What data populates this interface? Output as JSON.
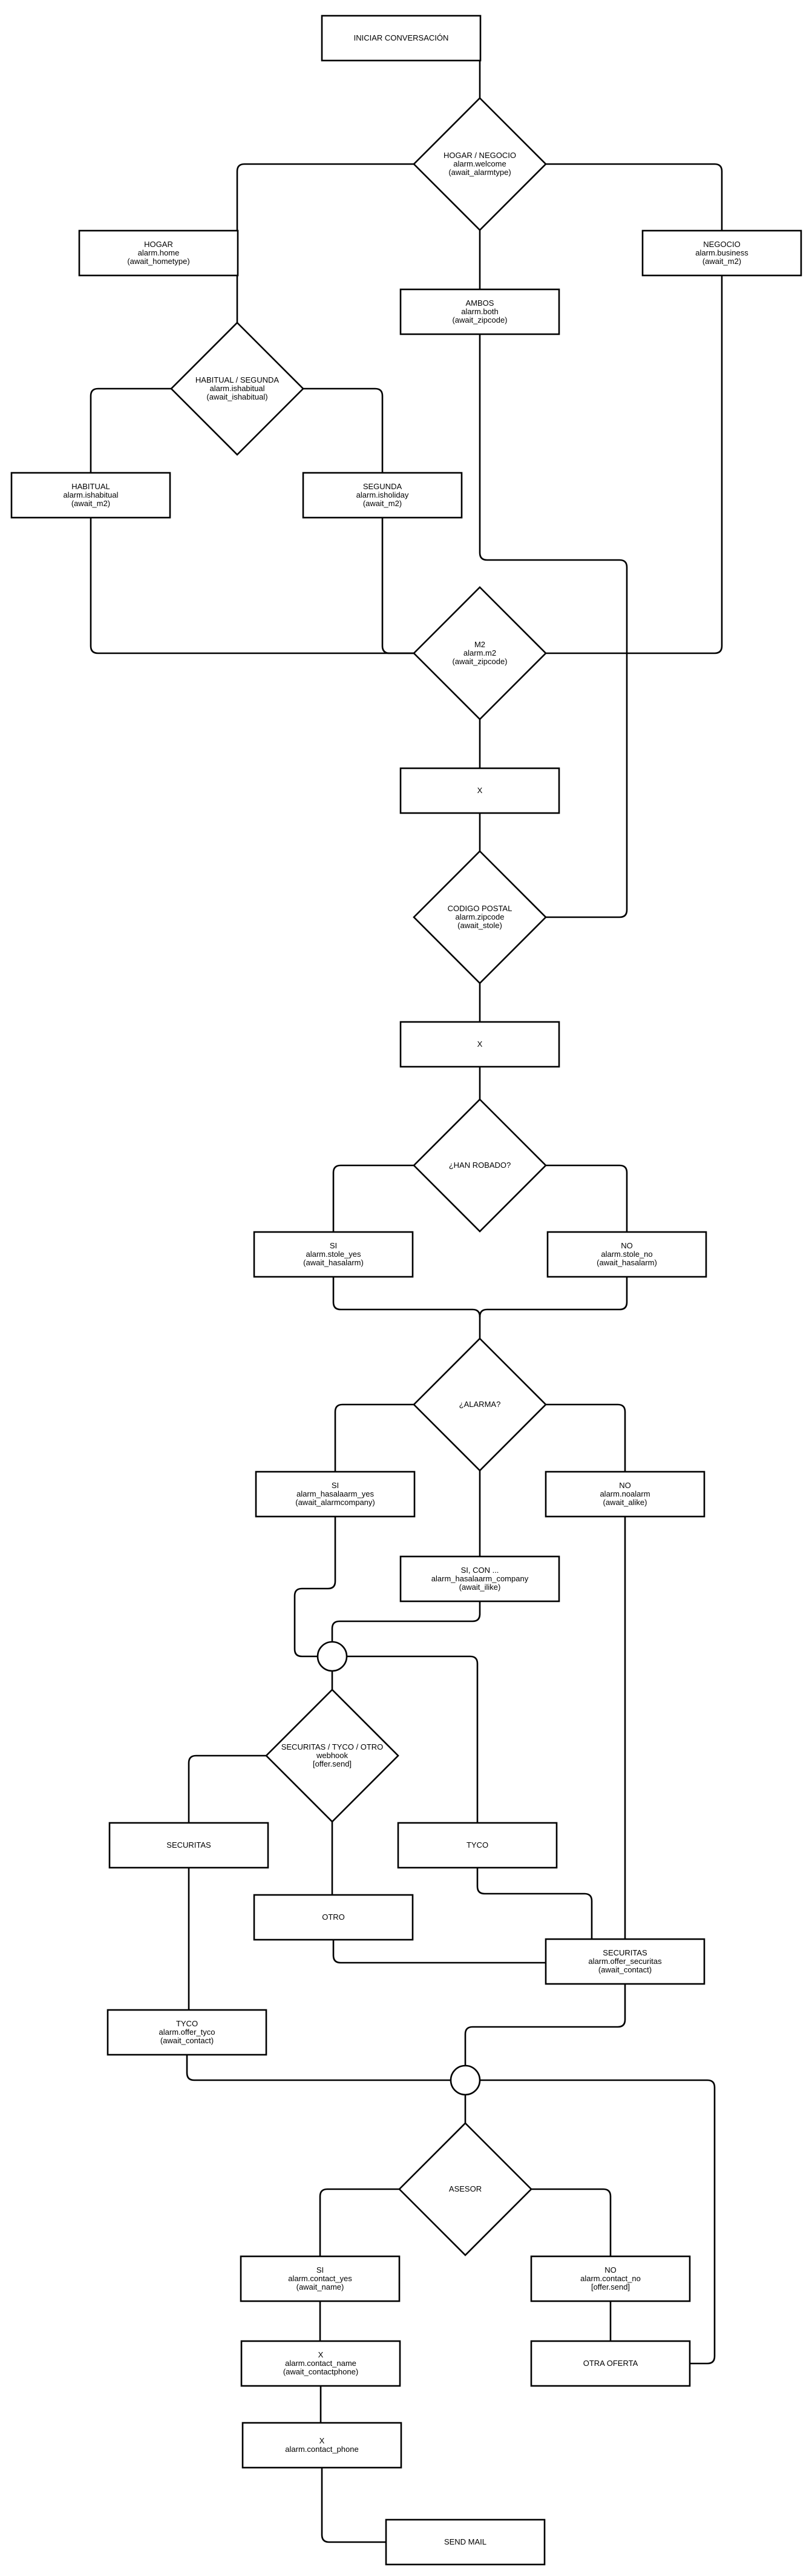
{
  "nodes": {
    "start": {
      "lines": [
        "INICIAR CONVERSACIÓN"
      ]
    },
    "d_alarmtype": {
      "lines": [
        "HOGAR / NEGOCIO",
        "alarm.welcome",
        "(await_alarmtype)"
      ]
    },
    "hogar": {
      "lines": [
        "HOGAR",
        "alarm.home",
        "(await_hometype)"
      ]
    },
    "ambos": {
      "lines": [
        "AMBOS",
        "alarm.both",
        "(await_zipcode)"
      ]
    },
    "negocio": {
      "lines": [
        "NEGOCIO",
        "alarm.business",
        "(await_m2)"
      ]
    },
    "d_habitual": {
      "lines": [
        "HABITUAL / SEGUNDA",
        "alarm.ishabitual",
        "(await_ishabitual)"
      ]
    },
    "habitual": {
      "lines": [
        "HABITUAL",
        "alarm.ishabitual",
        "(await_m2)"
      ]
    },
    "segunda": {
      "lines": [
        "SEGUNDA",
        "alarm.isholiday",
        "(await_m2)"
      ]
    },
    "d_m2": {
      "lines": [
        "M2",
        "alarm.m2",
        "(await_zipcode)"
      ]
    },
    "x1": {
      "lines": [
        "X"
      ]
    },
    "d_zip": {
      "lines": [
        "CODIGO POSTAL",
        "alarm.zipcode",
        "(await_stole)"
      ]
    },
    "x2": {
      "lines": [
        "X"
      ]
    },
    "d_robado": {
      "lines": [
        "¿HAN ROBADO?"
      ]
    },
    "stole_yes": {
      "lines": [
        "SI",
        "alarm.stole_yes",
        "(await_hasalarm)"
      ]
    },
    "stole_no": {
      "lines": [
        "NO",
        "alarm.stole_no",
        "(await_hasalarm)"
      ]
    },
    "d_alarma": {
      "lines": [
        "¿ALARMA?"
      ]
    },
    "alarm_yes": {
      "lines": [
        "SI",
        "alarm_hasalaarm_yes",
        "(await_alarmcompany)"
      ]
    },
    "alarm_no": {
      "lines": [
        "NO",
        "alarm.noalarm",
        "(await_alike)"
      ]
    },
    "alarm_company": {
      "lines": [
        "SI, CON ...",
        "alarm_hasalaarm_company",
        "(await_ilike)"
      ]
    },
    "d_company": {
      "lines": [
        "SECURITAS / TYCO / OTRO",
        "webhook",
        "[offer.send]"
      ]
    },
    "securitas_opt": {
      "lines": [
        "SECURITAS"
      ]
    },
    "tyco_opt": {
      "lines": [
        "TYCO"
      ]
    },
    "otro_opt": {
      "lines": [
        "OTRO"
      ]
    },
    "offer_securitas": {
      "lines": [
        "SECURITAS",
        "alarm.offer_securitas",
        "(await_contact)"
      ]
    },
    "offer_tyco": {
      "lines": [
        "TYCO",
        "alarm.offer_tyco",
        "(await_contact)"
      ]
    },
    "d_asesor": {
      "lines": [
        "ASESOR"
      ]
    },
    "contact_yes": {
      "lines": [
        "SI",
        "alarm.contact_yes",
        "(await_name)"
      ]
    },
    "contact_no": {
      "lines": [
        "NO",
        "alarm.contact_no",
        "[offer.send]"
      ]
    },
    "contact_name": {
      "lines": [
        "X",
        "alarm.contact_name",
        "(await_contactphone)"
      ]
    },
    "otra_oferta": {
      "lines": [
        "OTRA OFERTA"
      ]
    },
    "contact_phone": {
      "lines": [
        "X",
        "alarm.contact_phone"
      ]
    },
    "send_mail": {
      "lines": [
        "SEND MAIL"
      ]
    }
  }
}
